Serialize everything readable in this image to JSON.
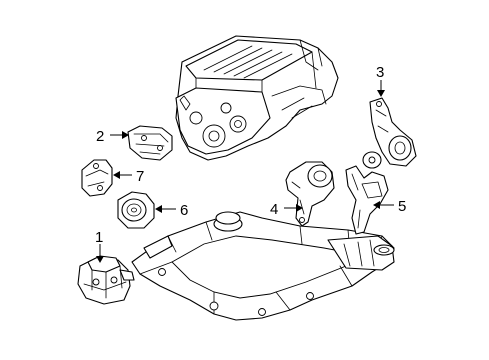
{
  "diagram": {
    "callouts": [
      {
        "id": "1",
        "label": "1"
      },
      {
        "id": "2",
        "label": "2"
      },
      {
        "id": "3",
        "label": "3"
      },
      {
        "id": "4",
        "label": "4"
      },
      {
        "id": "5",
        "label": "5"
      },
      {
        "id": "6",
        "label": "6"
      },
      {
        "id": "7",
        "label": "7"
      }
    ],
    "line_color": "#000000",
    "background_color": "#ffffff"
  }
}
